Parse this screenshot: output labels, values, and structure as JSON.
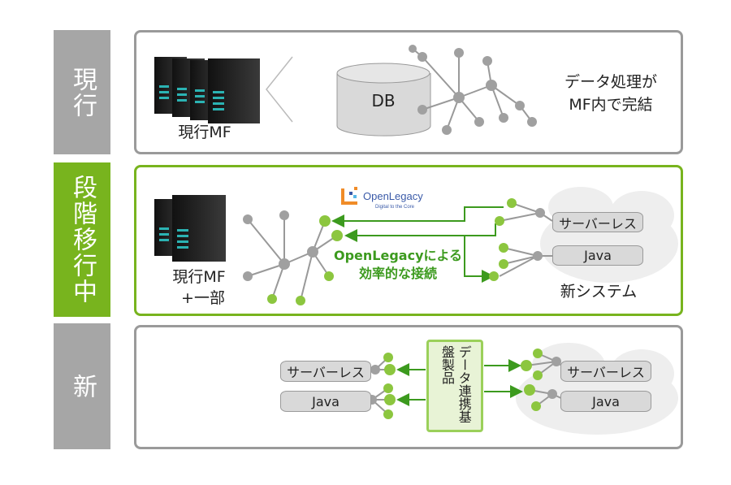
{
  "rows": [
    {
      "label": "現行",
      "style": "gray"
    },
    {
      "label": "段階移行中",
      "style": "green"
    },
    {
      "label": "新",
      "style": "gray"
    }
  ],
  "current": {
    "mf_label": "現行MF",
    "db_label": "DB",
    "note_line1": "データ処理が",
    "note_line2": "MF内で完結"
  },
  "transition": {
    "mf_label_line1": "現行MF",
    "mf_label_line2": "+一部",
    "logo_name": "OpenLegacy",
    "logo_tagline": "Digital to the Core",
    "connection_line1": "OpenLegacyによる",
    "connection_line2": "効率的な接続",
    "serverless_label": "サーバーレス",
    "java_label": "Java",
    "new_system_label": "新システム"
  },
  "new": {
    "left_serverless": "サーバーレス",
    "left_java": "Java",
    "hub_label": "データ連携基盤製品",
    "right_serverless": "サーバーレス",
    "right_java": "Java"
  },
  "colors": {
    "green": "#78b41e",
    "gray": "#a6a6a6",
    "arrow": "#3c9a1e",
    "node_green": "#8cc63f",
    "node_gray": "#a0a0a0",
    "logo_orange": "#f08c28",
    "logo_blue": "#3a5aa8"
  }
}
